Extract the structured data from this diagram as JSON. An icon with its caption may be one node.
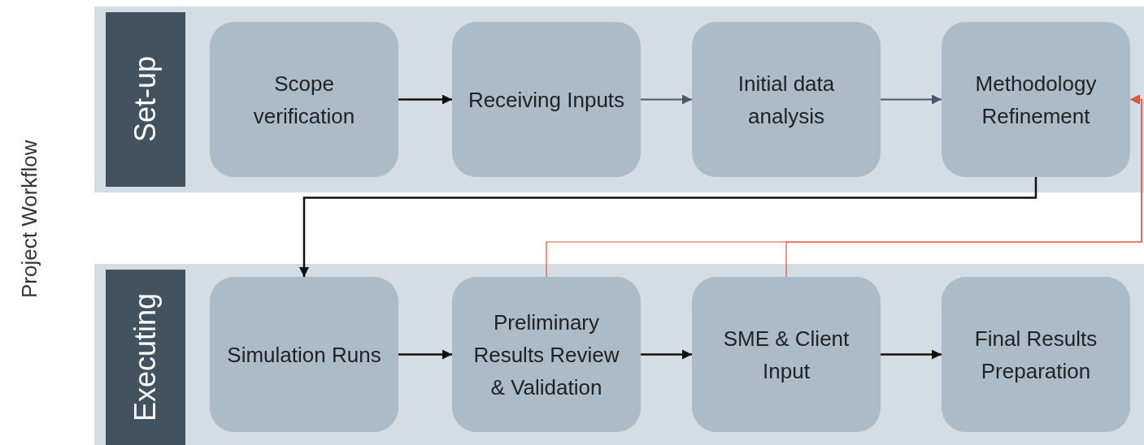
{
  "diagram": {
    "title": "Project Workflow",
    "nodes": [
      {
        "text": [
          "Set-up"
        ]
      },
      {
        "text": [
          "Scope verification"
        ],
        "in": 0
      },
      {
        "text": [
          "Receiving Inputs"
        ],
        "in": 0
      },
      {
        "text": [
          "Initial data analysis"
        ],
        "in": 0
      },
      {
        "text": [
          "Methodology Refinement"
        ],
        "in": 0
      },
      {
        "text": [
          "Executing"
        ]
      },
      {
        "text": [
          "Simulation Runs"
        ],
        "in": 5
      },
      {
        "text": [
          "Preliminary Results Review & Validation"
        ],
        "in": 5
      },
      {
        "text": [
          "SME & Client Input"
        ],
        "in": 5
      },
      {
        "text": [
          "Final Results Preparation"
        ],
        "in": 5
      }
    ],
    "edges": [
      {
        "from": 1,
        "to": 2,
        "arrow": "to"
      },
      {
        "from": 2,
        "to": 3,
        "arrow": "to",
        "color": "#46596a"
      },
      {
        "from": 3,
        "to": 4,
        "arrow": "to",
        "color": "#46596a"
      },
      {
        "from": 4,
        "to": 6,
        "arrow": "to"
      },
      {
        "from": 6,
        "to": 7,
        "arrow": "to"
      },
      {
        "from": 7,
        "to": 8,
        "arrow": "to"
      },
      {
        "from": 8,
        "to": 9,
        "arrow": "to"
      },
      {
        "from": 7,
        "to": 4,
        "arrow": "to",
        "color": "#e8503a"
      },
      {
        "from": 8,
        "to": 4,
        "arrow": "to",
        "color": "#e8503a"
      }
    ]
  }
}
